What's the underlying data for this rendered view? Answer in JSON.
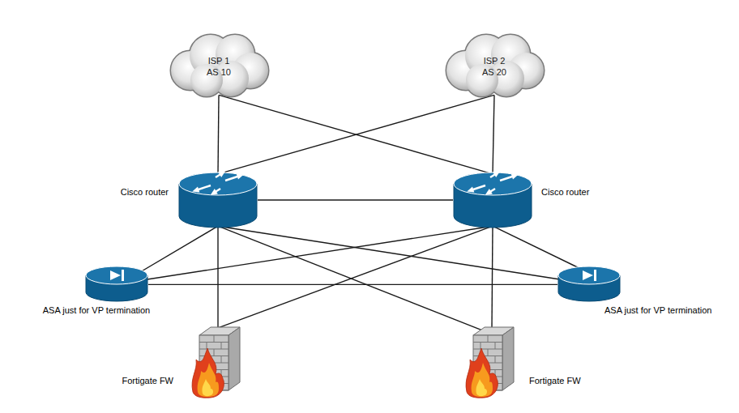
{
  "diagram": {
    "nodes": [
      {
        "text": [
          "ISP 1 AS 10"
        ]
      },
      {
        "text": [
          "ISP 2 AS 20"
        ]
      },
      {
        "text": [
          "Cisco router"
        ]
      },
      {
        "text": [
          "Cisco router"
        ]
      },
      {
        "text": [
          "ASA just for VP termination"
        ]
      },
      {
        "text": [
          "ASA just for VP termination"
        ]
      },
      {
        "text": [
          "Fortigate FW"
        ]
      },
      {
        "text": [
          "Fortigate FW"
        ]
      }
    ],
    "edges": [
      {
        "from": 0,
        "to": 2,
        "arrow": "none"
      },
      {
        "from": 0,
        "to": 3,
        "arrow": "none"
      },
      {
        "from": 1,
        "to": 2,
        "arrow": "none"
      },
      {
        "from": 1,
        "to": 3,
        "arrow": "none"
      },
      {
        "from": 2,
        "to": 3,
        "arrow": "none"
      },
      {
        "from": 2,
        "to": 4,
        "arrow": "none"
      },
      {
        "from": 2,
        "to": 5,
        "arrow": "none"
      },
      {
        "from": 2,
        "to": 6,
        "arrow": "none"
      },
      {
        "from": 2,
        "to": 7,
        "arrow": "none"
      },
      {
        "from": 3,
        "to": 4,
        "arrow": "none"
      },
      {
        "from": 3,
        "to": 5,
        "arrow": "none"
      },
      {
        "from": 3,
        "to": 6,
        "arrow": "none"
      },
      {
        "from": 3,
        "to": 7,
        "arrow": "none"
      },
      {
        "from": 4,
        "to": 5,
        "arrow": "none"
      }
    ]
  }
}
